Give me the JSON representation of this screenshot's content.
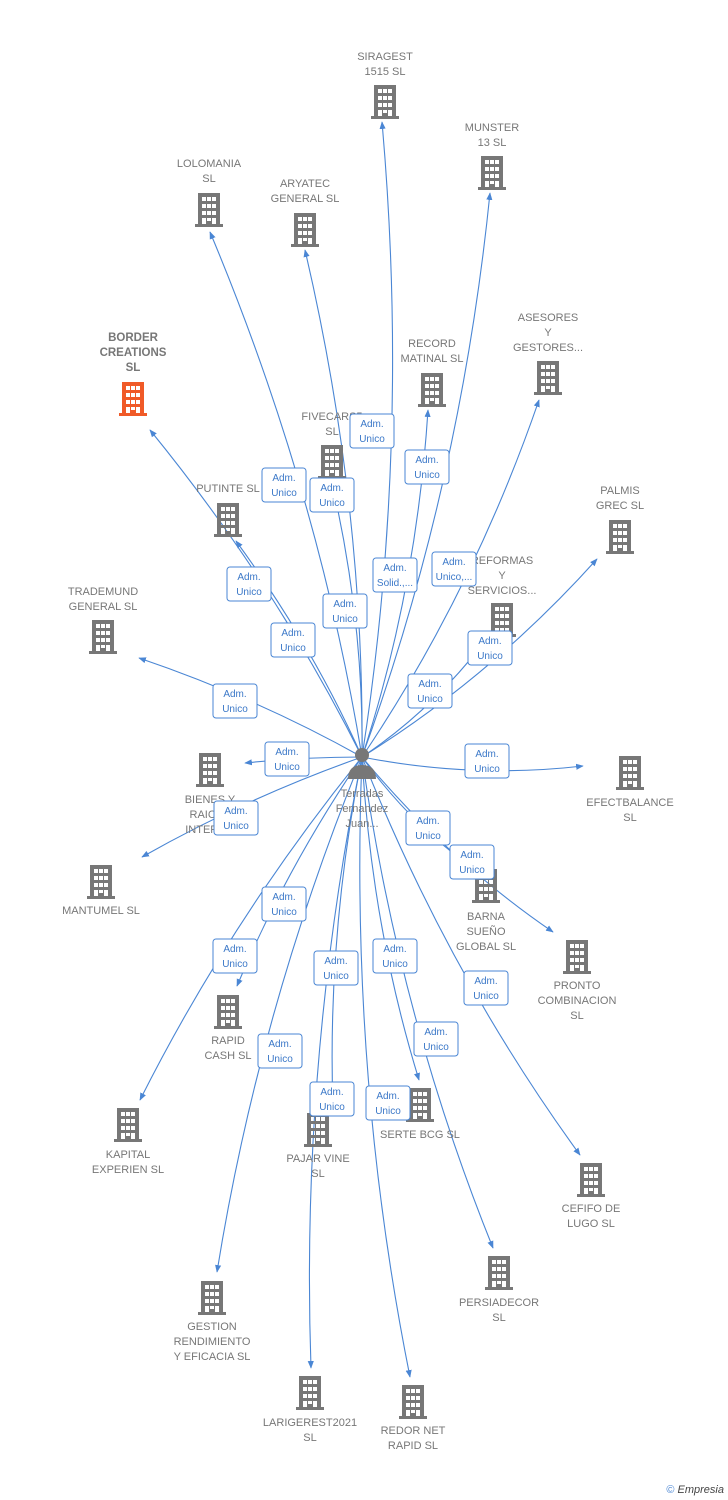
{
  "center": {
    "label": [
      "Terradas",
      "Fernandez",
      "Juan..."
    ],
    "icon": "person-icon"
  },
  "colors": {
    "edge": "#4a86d4",
    "building": "#777777",
    "highlight": "#f05a28"
  },
  "companies": [
    {
      "id": "siragest",
      "label": [
        "SIRAGEST",
        "1515  SL"
      ]
    },
    {
      "id": "munster",
      "label": [
        "MUNSTER",
        "13  SL"
      ]
    },
    {
      "id": "lolomania",
      "label": [
        "LOLOMANIA",
        "SL"
      ]
    },
    {
      "id": "aryatec",
      "label": [
        "ARYATEC",
        "GENERAL  SL"
      ]
    },
    {
      "id": "asesores",
      "label": [
        "ASESORES",
        "Y",
        "GESTORES..."
      ]
    },
    {
      "id": "record",
      "label": [
        "RECORD",
        "MATINAL  SL"
      ]
    },
    {
      "id": "border",
      "label": [
        "BORDER",
        "CREATIONS",
        "SL"
      ],
      "highlight": true
    },
    {
      "id": "fivecars",
      "label": [
        "FIVECARS5",
        "SL"
      ]
    },
    {
      "id": "putinte",
      "label": [
        "PUTINTE  SL"
      ]
    },
    {
      "id": "palmis",
      "label": [
        "PALMIS",
        "GREC  SL"
      ]
    },
    {
      "id": "reformas",
      "label": [
        "REFORMAS",
        "Y",
        "SERVICIOS..."
      ]
    },
    {
      "id": "trademund",
      "label": [
        "TRADEMUND",
        "GENERAL  SL"
      ]
    },
    {
      "id": "bienes",
      "label": [
        "BIENES Y",
        "RAICES",
        "INTERE..."
      ]
    },
    {
      "id": "efectbalance",
      "label": [
        "EFECTBALANCE",
        "SL"
      ]
    },
    {
      "id": "mantumel",
      "label": [
        "MANTUMEL  SL"
      ]
    },
    {
      "id": "barna",
      "label": [
        "BARNA",
        "SUEÑO",
        "GLOBAL  SL"
      ]
    },
    {
      "id": "pronto",
      "label": [
        "PRONTO",
        "COMBINACION",
        "SL"
      ]
    },
    {
      "id": "rapid",
      "label": [
        "RAPID",
        "CASH SL"
      ]
    },
    {
      "id": "kapital",
      "label": [
        "KAPITAL",
        "EXPERIEN  SL"
      ]
    },
    {
      "id": "pajar",
      "label": [
        "PAJAR VINE",
        "SL"
      ]
    },
    {
      "id": "serte",
      "label": [
        "SERTE BCG  SL"
      ]
    },
    {
      "id": "cefifo",
      "label": [
        "CEFIFO DE",
        "LUGO  SL"
      ]
    },
    {
      "id": "persiadecor",
      "label": [
        "PERSIADECOR",
        "SL"
      ]
    },
    {
      "id": "gestion",
      "label": [
        "GESTION",
        "RENDIMIENTO",
        "Y EFICACIA  SL"
      ]
    },
    {
      "id": "larigerest",
      "label": [
        "LARIGEREST2021",
        "SL"
      ]
    },
    {
      "id": "redor",
      "label": [
        "REDOR NET",
        "RAPID  SL"
      ]
    }
  ],
  "edges": [
    {
      "to": "siragest",
      "label": [
        "Adm.",
        "Unico"
      ]
    },
    {
      "to": "munster",
      "label": [
        "Adm.",
        "Solid.,..."
      ]
    },
    {
      "to": "lolomania",
      "label": [
        "Adm.",
        "Unico"
      ]
    },
    {
      "to": "aryatec",
      "label": [
        "Adm.",
        "Unico"
      ]
    },
    {
      "to": "asesores",
      "label": [
        "Adm.",
        "Unico,..."
      ]
    },
    {
      "to": "record",
      "label": [
        "Adm.",
        "Unico"
      ]
    },
    {
      "to": "border",
      "label": [
        "Adm.",
        "Unico"
      ]
    },
    {
      "to": "fivecars",
      "label": [
        "Adm.",
        "Unico"
      ]
    },
    {
      "to": "putinte",
      "label": [
        "Adm.",
        "Unico"
      ]
    },
    {
      "to": "palmis",
      "label": [
        "Adm.",
        "Unico"
      ]
    },
    {
      "to": "reformas",
      "label": [
        "Adm.",
        "Unico"
      ]
    },
    {
      "to": "trademund",
      "label": [
        "Adm.",
        "Unico"
      ]
    },
    {
      "to": "bienes",
      "label": [
        "Adm.",
        "Unico"
      ]
    },
    {
      "to": "efectbalance",
      "label": [
        "Adm.",
        "Unico"
      ]
    },
    {
      "to": "mantumel",
      "label": [
        "Adm.",
        "Unico"
      ]
    },
    {
      "to": "barna",
      "label": [
        "Adm.",
        "Unico"
      ]
    },
    {
      "to": "pronto",
      "label": [
        "Adm.",
        "Unico"
      ]
    },
    {
      "to": "rapid",
      "label": [
        "Adm.",
        "Unico"
      ]
    },
    {
      "to": "kapital",
      "label": [
        "Adm.",
        "Unico"
      ]
    },
    {
      "to": "pajar",
      "label": [
        "Adm.",
        "Unico"
      ]
    },
    {
      "to": "serte",
      "label": [
        "Adm.",
        "Unico"
      ]
    },
    {
      "to": "cefifo",
      "label": [
        "Adm.",
        "Unico"
      ]
    },
    {
      "to": "persiadecor",
      "label": [
        "Adm.",
        "Unico"
      ]
    },
    {
      "to": "gestion",
      "label": [
        "Adm.",
        "Unico"
      ]
    },
    {
      "to": "larigerest",
      "label": [
        "Adm.",
        "Unico"
      ]
    },
    {
      "to": "redor",
      "label": [
        "Adm.",
        "Unico"
      ]
    }
  ],
  "footer": {
    "copyright": "©",
    "brand": "Empresia"
  }
}
